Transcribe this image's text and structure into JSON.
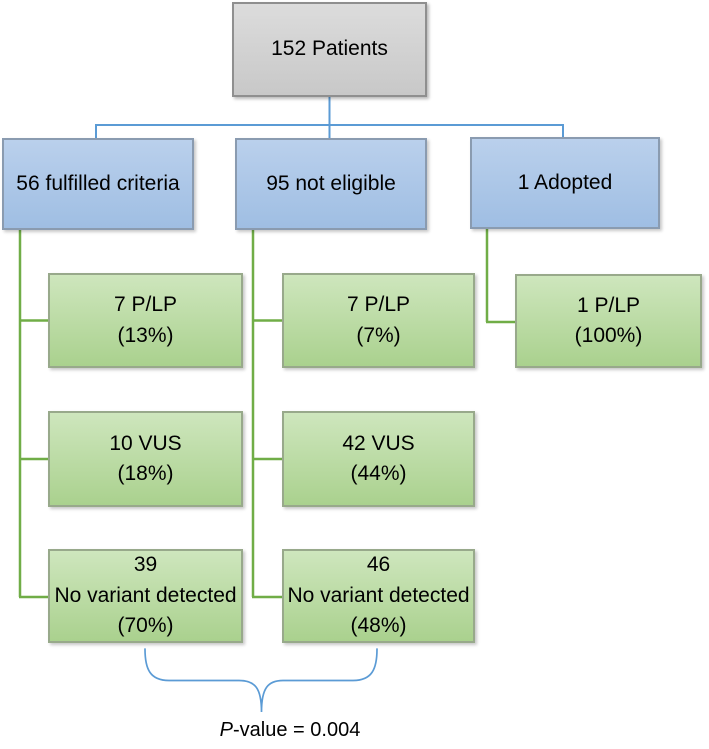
{
  "figure": {
    "root": {
      "label": "152 Patients"
    },
    "branches": [
      {
        "label": "56 fulfilled criteria"
      },
      {
        "label": "95 not eligible"
      },
      {
        "label": "1 Adopted"
      }
    ],
    "outcomes": {
      "fulfilled": [
        {
          "lines": [
            "7 P/LP",
            "(13%)"
          ]
        },
        {
          "lines": [
            "10 VUS",
            "(18%)"
          ]
        },
        {
          "lines": [
            "39",
            "No variant detected",
            "(70%)"
          ]
        }
      ],
      "not_eligible": [
        {
          "lines": [
            "7 P/LP",
            "(7%)"
          ]
        },
        {
          "lines": [
            "42 VUS",
            "(44%)"
          ]
        },
        {
          "lines": [
            "46",
            "No variant detected",
            "(48%)"
          ]
        }
      ],
      "adopted": [
        {
          "lines": [
            "1 P/LP",
            "(100%)"
          ]
        }
      ]
    },
    "annotation": {
      "p_label_italic": "P",
      "p_label_rest": "-value = 0.004"
    },
    "colors": {
      "root_fill": "#d2d2d2",
      "root_border": "#8f8f8f",
      "branch_fill": "#aac6e8",
      "branch_border": "#8a9bb0",
      "outcome_fill": "#bcdba6",
      "outcome_border": "#98a98b",
      "connector_blue": "#5b9bd5",
      "connector_green": "#70ad47",
      "text": "#000000"
    }
  }
}
